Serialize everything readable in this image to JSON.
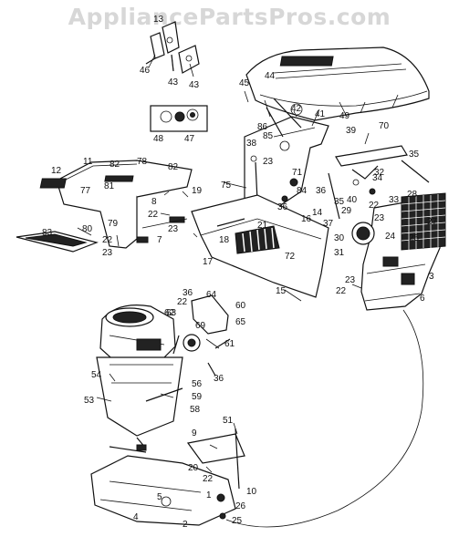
{
  "watermark": "AppliancePartsPros.com",
  "diagram": {
    "labels": {
      "l1": "1",
      "l2": "2",
      "l3": "3",
      "l4": "4",
      "l5": "5",
      "l6": "6",
      "l7": "7",
      "l8": "8",
      "l9": "9",
      "l10": "10",
      "l11": "11",
      "l12": "12",
      "l14": "14",
      "l15": "15",
      "l16": "16",
      "l17": "17",
      "l18": "18",
      "l19": "19",
      "l20": "20",
      "l21": "21",
      "l22a": "22",
      "l22b": "22",
      "l22c": "22",
      "l22d": "22",
      "l22e": "22",
      "l22f": "22",
      "l23a": "23",
      "l23b": "23",
      "l23c": "23",
      "l23d": "23",
      "l23e": "23",
      "l24": "24",
      "l25": "25",
      "l26": "26",
      "l27": "27",
      "l28": "28",
      "l29": "29",
      "l30": "30",
      "l31": "31",
      "l32": "32",
      "l33": "33",
      "l34": "34",
      "l35a": "35",
      "l35b": "35",
      "l36a": "36",
      "l36b": "36",
      "l36c": "36",
      "l36d": "36",
      "l37": "37",
      "l38": "38",
      "l39": "39",
      "l40": "40",
      "l41": "41",
      "l42": "42",
      "l43a": "43",
      "l43b": "43",
      "l44": "44",
      "l45": "45",
      "l46": "46",
      "l47": "47",
      "l48": "48",
      "l49": "49",
      "l51": "51",
      "l53": "53",
      "l54": "54",
      "l56": "56",
      "l58": "58",
      "l59": "59",
      "l60": "60",
      "l61": "61",
      "l62": "62",
      "l63": "63",
      "l64": "64",
      "l65": "65",
      "l69": "69",
      "l70": "70",
      "l71": "71",
      "l72": "72",
      "l75": "75",
      "l77": "77",
      "l78": "78",
      "l79": "79",
      "l80": "80",
      "l81": "81",
      "l82a": "82",
      "l82b": "82",
      "l83": "83",
      "l84": "84",
      "l85": "85",
      "l86": "86",
      "l13": "13"
    }
  }
}
